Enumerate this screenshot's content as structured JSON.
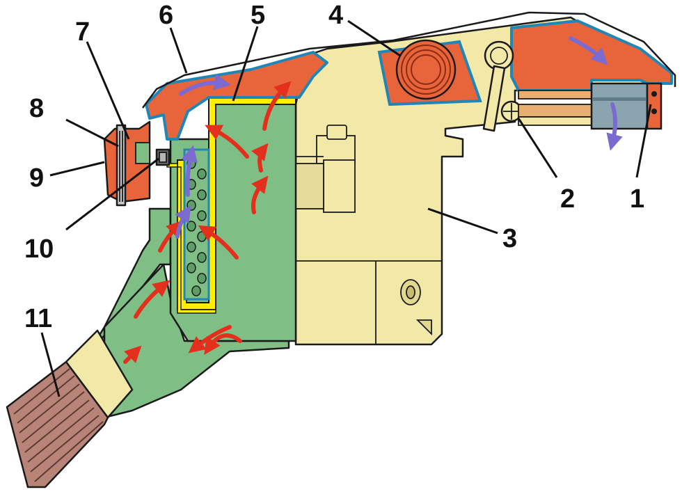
{
  "colors": {
    "housing": "#f2e8a8",
    "housing_shade": "#dcd08a",
    "filter_element": "#7fbf86",
    "lid_chamber": "#e8643a",
    "filter_frame": "#ffee00",
    "hose": "#b98478",
    "steel_edge": "#1f87b8",
    "warm_air_arrow": "#e3301c",
    "cool_air_arrow": "#7b6bd0"
  },
  "callouts": [
    {
      "id": "1",
      "label": "1"
    },
    {
      "id": "2",
      "label": "2"
    },
    {
      "id": "3",
      "label": "3"
    },
    {
      "id": "4",
      "label": "4"
    },
    {
      "id": "5",
      "label": "5"
    },
    {
      "id": "6",
      "label": "6"
    },
    {
      "id": "7",
      "label": "7"
    },
    {
      "id": "8",
      "label": "8"
    },
    {
      "id": "9",
      "label": "9"
    },
    {
      "id": "10",
      "label": "10"
    },
    {
      "id": "11",
      "label": "11"
    }
  ]
}
